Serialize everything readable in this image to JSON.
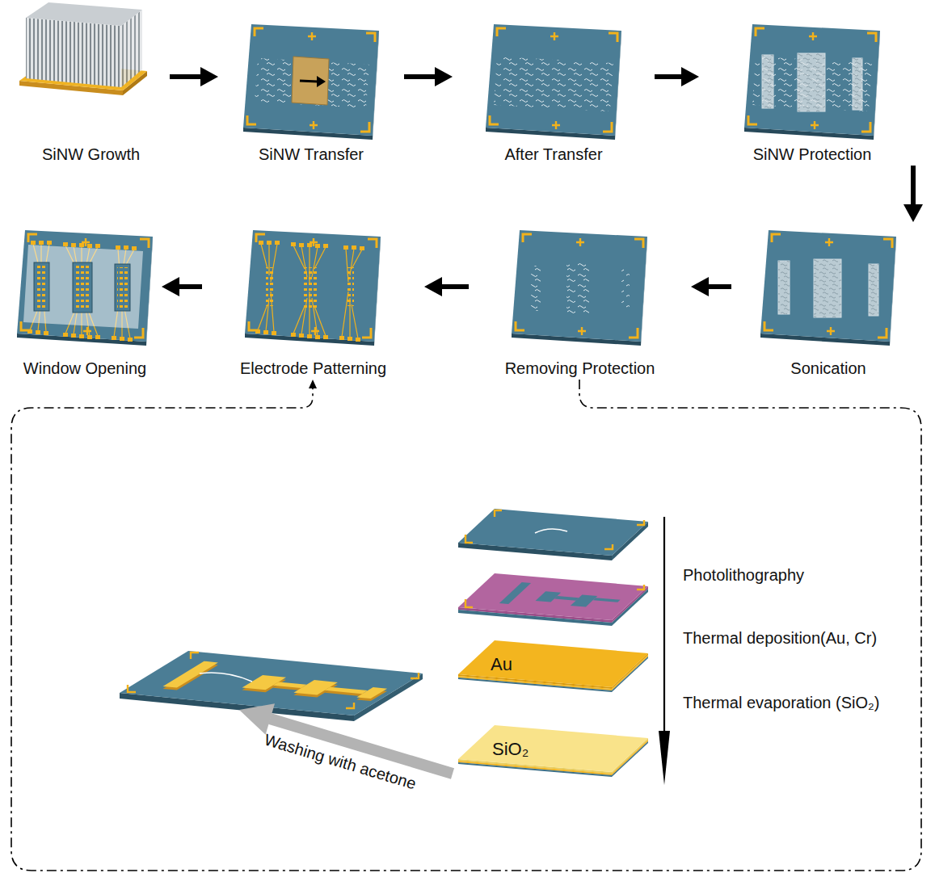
{
  "diagram": {
    "nodes": [
      {
        "text": [
          "SiNW Growth"
        ]
      },
      {
        "text": [
          "SiNW Transfer"
        ]
      },
      {
        "text": [
          "After Transfer"
        ]
      },
      {
        "text": [
          "SiNW Protection"
        ]
      },
      {
        "text": [
          "Window Opening"
        ]
      },
      {
        "text": [
          "Electrode Patterning"
        ]
      },
      {
        "text": [
          "Removing Protection"
        ]
      },
      {
        "text": [
          "Sonication"
        ]
      },
      {
        "text": [
          "Au"
        ]
      },
      {
        "text": [
          "SiO₂"
        ]
      }
    ],
    "edges": [
      {
        "from": 0,
        "to": 1,
        "arrow": "to"
      },
      {
        "from": 1,
        "to": 2,
        "arrow": "to"
      },
      {
        "from": 2,
        "to": 3,
        "arrow": "to"
      },
      {
        "from": 3,
        "to": 7,
        "arrow": "to"
      },
      {
        "from": 7,
        "to": 6,
        "arrow": "to"
      },
      {
        "from": 6,
        "to": 5,
        "arrow": "to"
      },
      {
        "from": 5,
        "to": 4,
        "arrow": "to"
      },
      {
        "from": 6,
        "to": 5,
        "arrow": "to"
      }
    ],
    "labels": [
      "Photolithography",
      "Thermal deposition(Au, Cr)",
      "Thermal evaporation (SiO₂)",
      "Washing with acetone"
    ]
  }
}
